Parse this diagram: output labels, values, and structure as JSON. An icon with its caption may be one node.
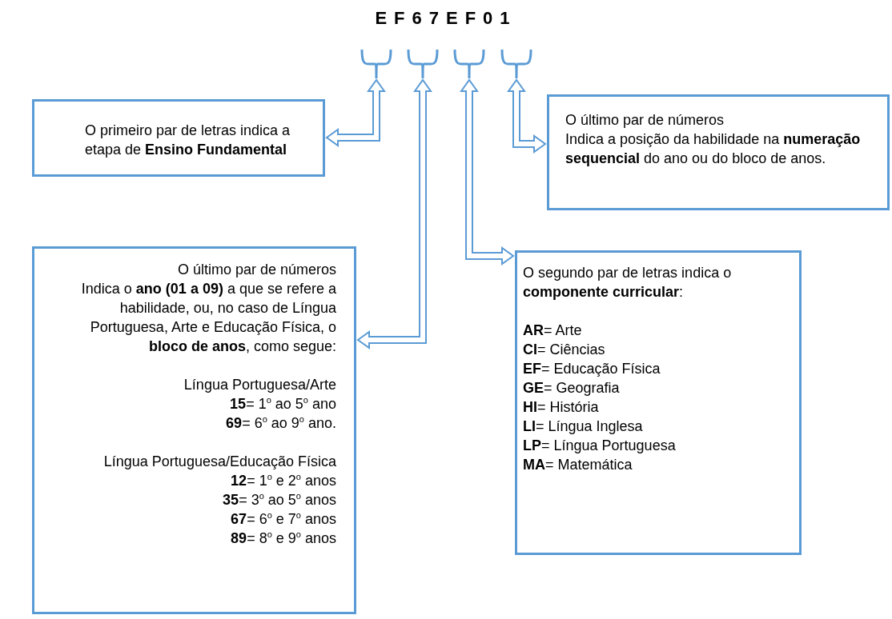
{
  "diagram": {
    "title": "EF67EF01",
    "nodes": [
      {
        "text": [],
        "shape": "bracket"
      },
      {
        "text": [],
        "shape": "bracket"
      },
      {
        "text": [],
        "shape": "bracket"
      },
      {
        "text": [],
        "shape": "bracket"
      },
      {
        "text": [
          "O primeiro par de letras indica a etapa de **Ensino Fundamental**"
        ]
      },
      {
        "text": [
          "O último par de números",
          "Indica a posição da habilidade na **numeração sequencial** do ano ou do bloco de anos."
        ]
      },
      {
        "text": [
          "O último par de números",
          "Indica o **ano (01 a 09)** a que se refere a habilidade, ou, no caso de Língua Portuguesa, Arte e Educação Física, o **bloco de anos**, como segue:",
          "Língua Portuguesa/Arte",
          "**15**= 1$^{o}$ ao 5$^{o}$ ano",
          "**69**= 6$^{o}$ ao 9$^{o}$ ano.",
          "Língua Portuguesa/Educação Física",
          "**12**= 1$^{o}$ e 2$^{o}$ anos",
          "**35**= 3$^{o}$ ao 5$^{o}$ anos",
          "**67**= 6$^{o}$ e 7$^{o}$ anos",
          "**89**= 8$^{o}$ e 9$^{o}$ anos"
        ]
      },
      {
        "text": [
          "O segundo par de letras indica o **componente curricular**:",
          "**AR**= Arte",
          "**CI**= Ciências",
          "**EF**= Educação Física",
          "**GE**= Geografia",
          "**HI**= História",
          "**LI**= Língua Inglesa",
          "**LP**= Língua Portuguesa",
          "**MA**= Matemática"
        ]
      }
    ],
    "edges": [
      {
        "from": 4,
        "to": 0,
        "arrow": "both"
      },
      {
        "from": 6,
        "to": 1,
        "arrow": "both"
      },
      {
        "from": 7,
        "to": 2,
        "arrow": "both"
      },
      {
        "from": 5,
        "to": 3,
        "arrow": "both"
      }
    ]
  }
}
